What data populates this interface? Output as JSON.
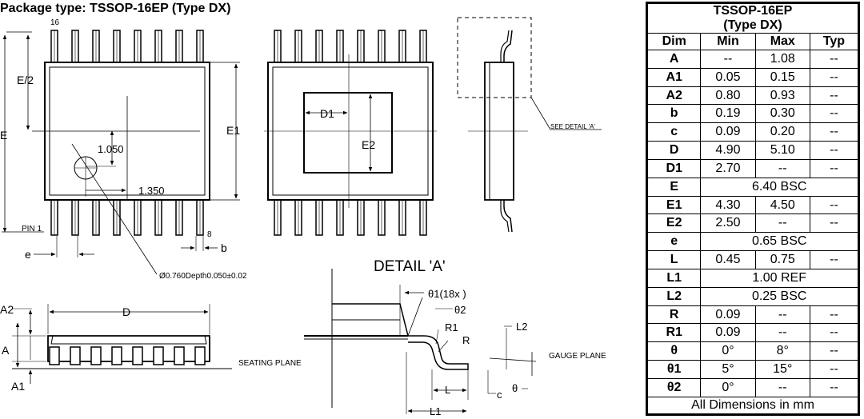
{
  "heading": "Package type: TSSOP-16EP (Type DX)",
  "top_view": {
    "pin16": "16",
    "pin8": "8",
    "pin1": "PIN 1",
    "e_half": "E/2",
    "e": "E",
    "e1": "E1",
    "dim_1050": "1.050",
    "dim_1350": "1.350",
    "pitch": "e",
    "width": "b",
    "hole_note": "Ø0.760Depth0.050±0.02"
  },
  "bottom_view": {
    "d1": "D1",
    "e2": "E2"
  },
  "side_view": {
    "see_detail": "SEE DETAIL 'A'"
  },
  "front_view": {
    "a2": "A2",
    "a": "A",
    "a1": "A1",
    "d": "D",
    "seating": "SEATING PLANE"
  },
  "detail": {
    "title": "DETAIL 'A'",
    "theta1": "θ1(18x  )",
    "theta2": "θ2",
    "r1": "R1",
    "r": "R",
    "l2": "L2",
    "gauge": "GAUGE PLANE",
    "l": "L",
    "c": "c",
    "theta": "θ",
    "l1": "L1"
  },
  "table": {
    "title_line1": "TSSOP-16EP",
    "title_line2": "(Type DX)",
    "headers": [
      "Dim",
      "Min",
      "Max",
      "Typ"
    ],
    "rows": [
      {
        "dim": "A",
        "min": "--",
        "max": "1.08",
        "typ": "--"
      },
      {
        "dim": "A1",
        "min": "0.05",
        "max": "0.15",
        "typ": "--"
      },
      {
        "dim": "A2",
        "min": "0.80",
        "max": "0.93",
        "typ": "--"
      },
      {
        "dim": "b",
        "min": "0.19",
        "max": "0.30",
        "typ": "--"
      },
      {
        "dim": "c",
        "min": "0.09",
        "max": "0.20",
        "typ": "--"
      },
      {
        "dim": "D",
        "min": "4.90",
        "max": "5.10",
        "typ": "--"
      },
      {
        "dim": "D1",
        "min": "2.70",
        "max": "--",
        "typ": "--"
      },
      {
        "dim": "E",
        "span": "6.40 BSC"
      },
      {
        "dim": "E1",
        "min": "4.30",
        "max": "4.50",
        "typ": "--"
      },
      {
        "dim": "E2",
        "min": "2.50",
        "max": "--",
        "typ": "--"
      },
      {
        "dim": "e",
        "span": "0.65 BSC"
      },
      {
        "dim": "L",
        "min": "0.45",
        "max": "0.75",
        "typ": "--"
      },
      {
        "dim": "L1",
        "span": "1.00  REF"
      },
      {
        "dim": "L2",
        "span": "0.25 BSC"
      },
      {
        "dim": "R",
        "min": "0.09",
        "max": "--",
        "typ": "--"
      },
      {
        "dim": "R1",
        "min": "0.09",
        "max": "--",
        "typ": "--"
      },
      {
        "dim": "θ",
        "min": "0°",
        "max": "8°",
        "typ": "--"
      },
      {
        "dim": "θ1",
        "min": "5°",
        "max": "15°",
        "typ": "--"
      },
      {
        "dim": "θ2",
        "min": "0°",
        "max": "--",
        "typ": "--"
      }
    ],
    "footer": "All Dimensions in mm"
  }
}
